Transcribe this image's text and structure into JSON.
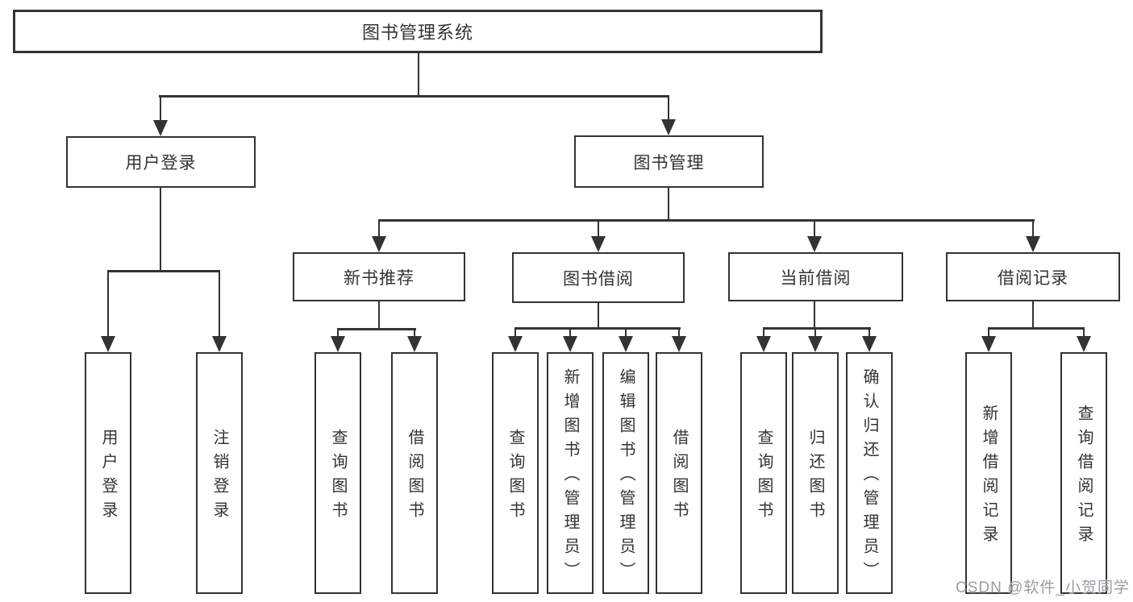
{
  "diagram_title": "图书管理系统",
  "nodes": {
    "root": {
      "label": "图书管理系统"
    },
    "level1": [
      {
        "id": "user-login",
        "label": "用户登录"
      },
      {
        "id": "book-management",
        "label": "图书管理"
      }
    ],
    "level2": [
      {
        "id": "new-book-recommend",
        "label": "新书推荐"
      },
      {
        "id": "book-borrow",
        "label": "图书借阅"
      },
      {
        "id": "current-borrow",
        "label": "当前借阅"
      },
      {
        "id": "borrow-record",
        "label": "借阅记录"
      }
    ],
    "leaves": [
      {
        "parent": "用户登录",
        "label": "用户登录"
      },
      {
        "parent": "用户登录",
        "label": "注销登录"
      },
      {
        "parent": "新书推荐",
        "label": "查询图书"
      },
      {
        "parent": "新书推荐",
        "label": "借阅图书"
      },
      {
        "parent": "图书借阅",
        "label": "查询图书"
      },
      {
        "parent": "图书借阅",
        "label": "新增图书（管理员）"
      },
      {
        "parent": "图书借阅",
        "label": "编辑图书（管理员）"
      },
      {
        "parent": "图书借阅",
        "label": "借阅图书"
      },
      {
        "parent": "当前借阅",
        "label": "查询图书"
      },
      {
        "parent": "当前借阅",
        "label": "归还图书"
      },
      {
        "parent": "当前借阅",
        "label": "确认归还（管理员）"
      },
      {
        "parent": "借阅记录",
        "label": "新增借阅记录"
      },
      {
        "parent": "借阅记录",
        "label": "查询借阅记录"
      }
    ]
  },
  "watermark": {
    "text": "CSDN @软件_小贺同学"
  },
  "colors": {
    "line": "#333333",
    "background": "#ffffff",
    "watermark_gray": "#9c9ca3"
  }
}
